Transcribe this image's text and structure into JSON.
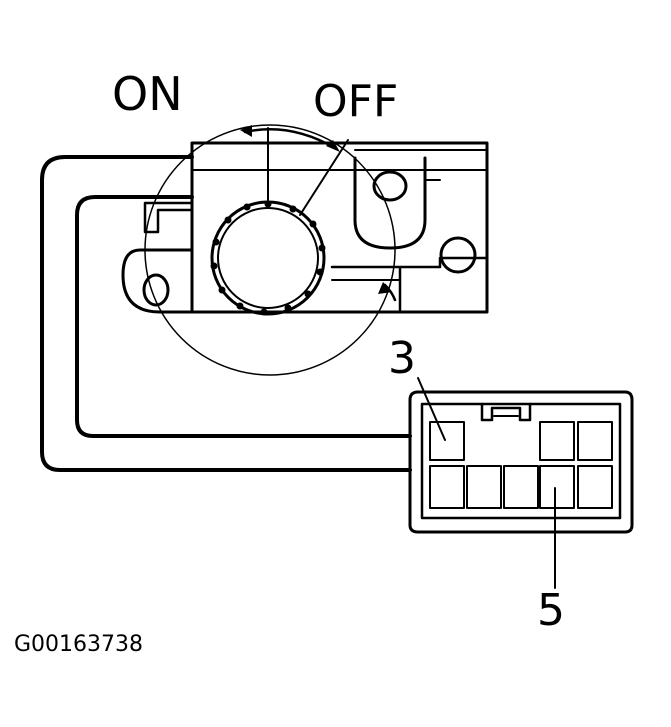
{
  "labels": {
    "on": "ON",
    "off": "OFF",
    "pin_3": "3",
    "pin_5": "5",
    "figure_id": "G00163738"
  },
  "colors": {
    "ink": "#000000",
    "paper": "#ffffff"
  }
}
